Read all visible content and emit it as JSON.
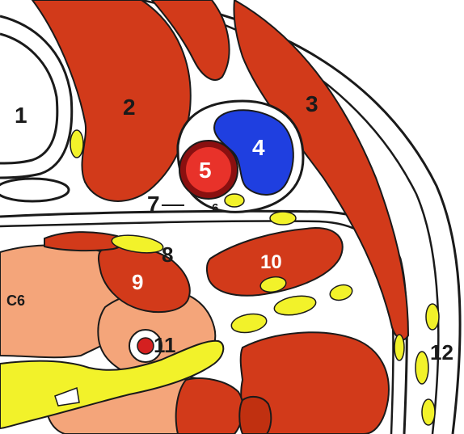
{
  "colors": {
    "background": "#ffffff",
    "outline": "#1a1a1a",
    "muscle": "#d23a1a",
    "muscle_dark": "#c03010",
    "artery": "#e8322a",
    "vein": "#1f3fe0",
    "nerve": "#f2f22a",
    "bone": "#f4a57a",
    "vertebral_artery": "#d42020"
  },
  "labels": {
    "l1": "1",
    "l2": "2",
    "l3": "3",
    "l4": "4",
    "l5": "5",
    "l6": "6",
    "l7": "7",
    "l8": "8",
    "l9": "9",
    "l10": "10",
    "l11": "11",
    "l12": "12",
    "c6": "C6"
  }
}
